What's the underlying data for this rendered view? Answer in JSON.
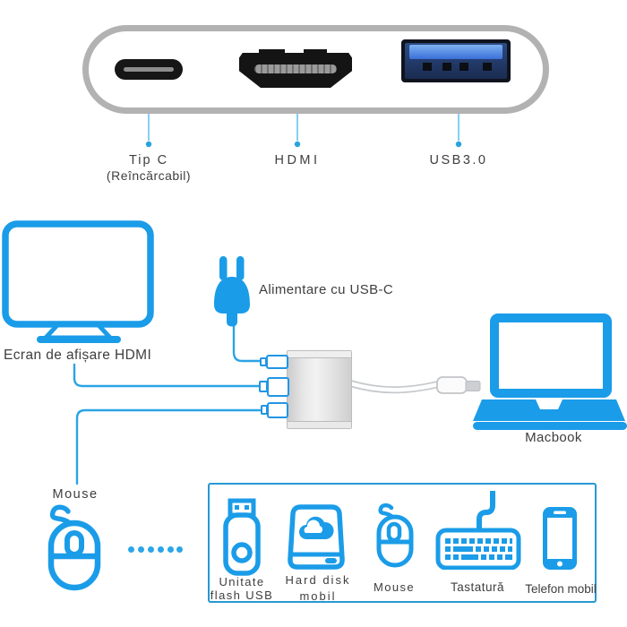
{
  "title": "USB-C hub product diagram",
  "colors": {
    "accent_blue": "#1b9ce8",
    "leader_line_blue": "#66c4ee",
    "dot_blue": "#29a3dc",
    "text_gray": "#3e3e3e",
    "pill_border_gray": "#b2b2b2",
    "box_border_blue": "#2798d4",
    "usb_tongue_blue": "#3a6fd8",
    "cable_gray": "#c6c9cc"
  },
  "hub_front": {
    "ports": [
      {
        "icon": "usb-c-port-icon",
        "label_line1": "Tip C",
        "label_line2": "(Reîncărcabil)"
      },
      {
        "icon": "hdmi-port-icon",
        "label_line1": "HDMI"
      },
      {
        "icon": "usb-a-port-icon",
        "label_line1": "USB3.0"
      }
    ]
  },
  "diagram": {
    "display_label": "Ecran de afișare HDMI",
    "power_label": "Alimentare cu USB-C",
    "laptop_label": "Macbook",
    "mouse_label": "Mouse"
  },
  "peripherals_box": {
    "items": [
      {
        "icon": "usb-flash-drive-icon",
        "line1": "Unitate",
        "line2": "flash USB"
      },
      {
        "icon": "hard-disk-icon",
        "line1": "Hard disk",
        "line2": "mobil"
      },
      {
        "icon": "mouse-icon",
        "line1": "Mouse"
      },
      {
        "icon": "keyboard-icon",
        "line1": "Tastatură"
      },
      {
        "icon": "phone-icon",
        "line1": "Telefon mobil"
      }
    ]
  }
}
